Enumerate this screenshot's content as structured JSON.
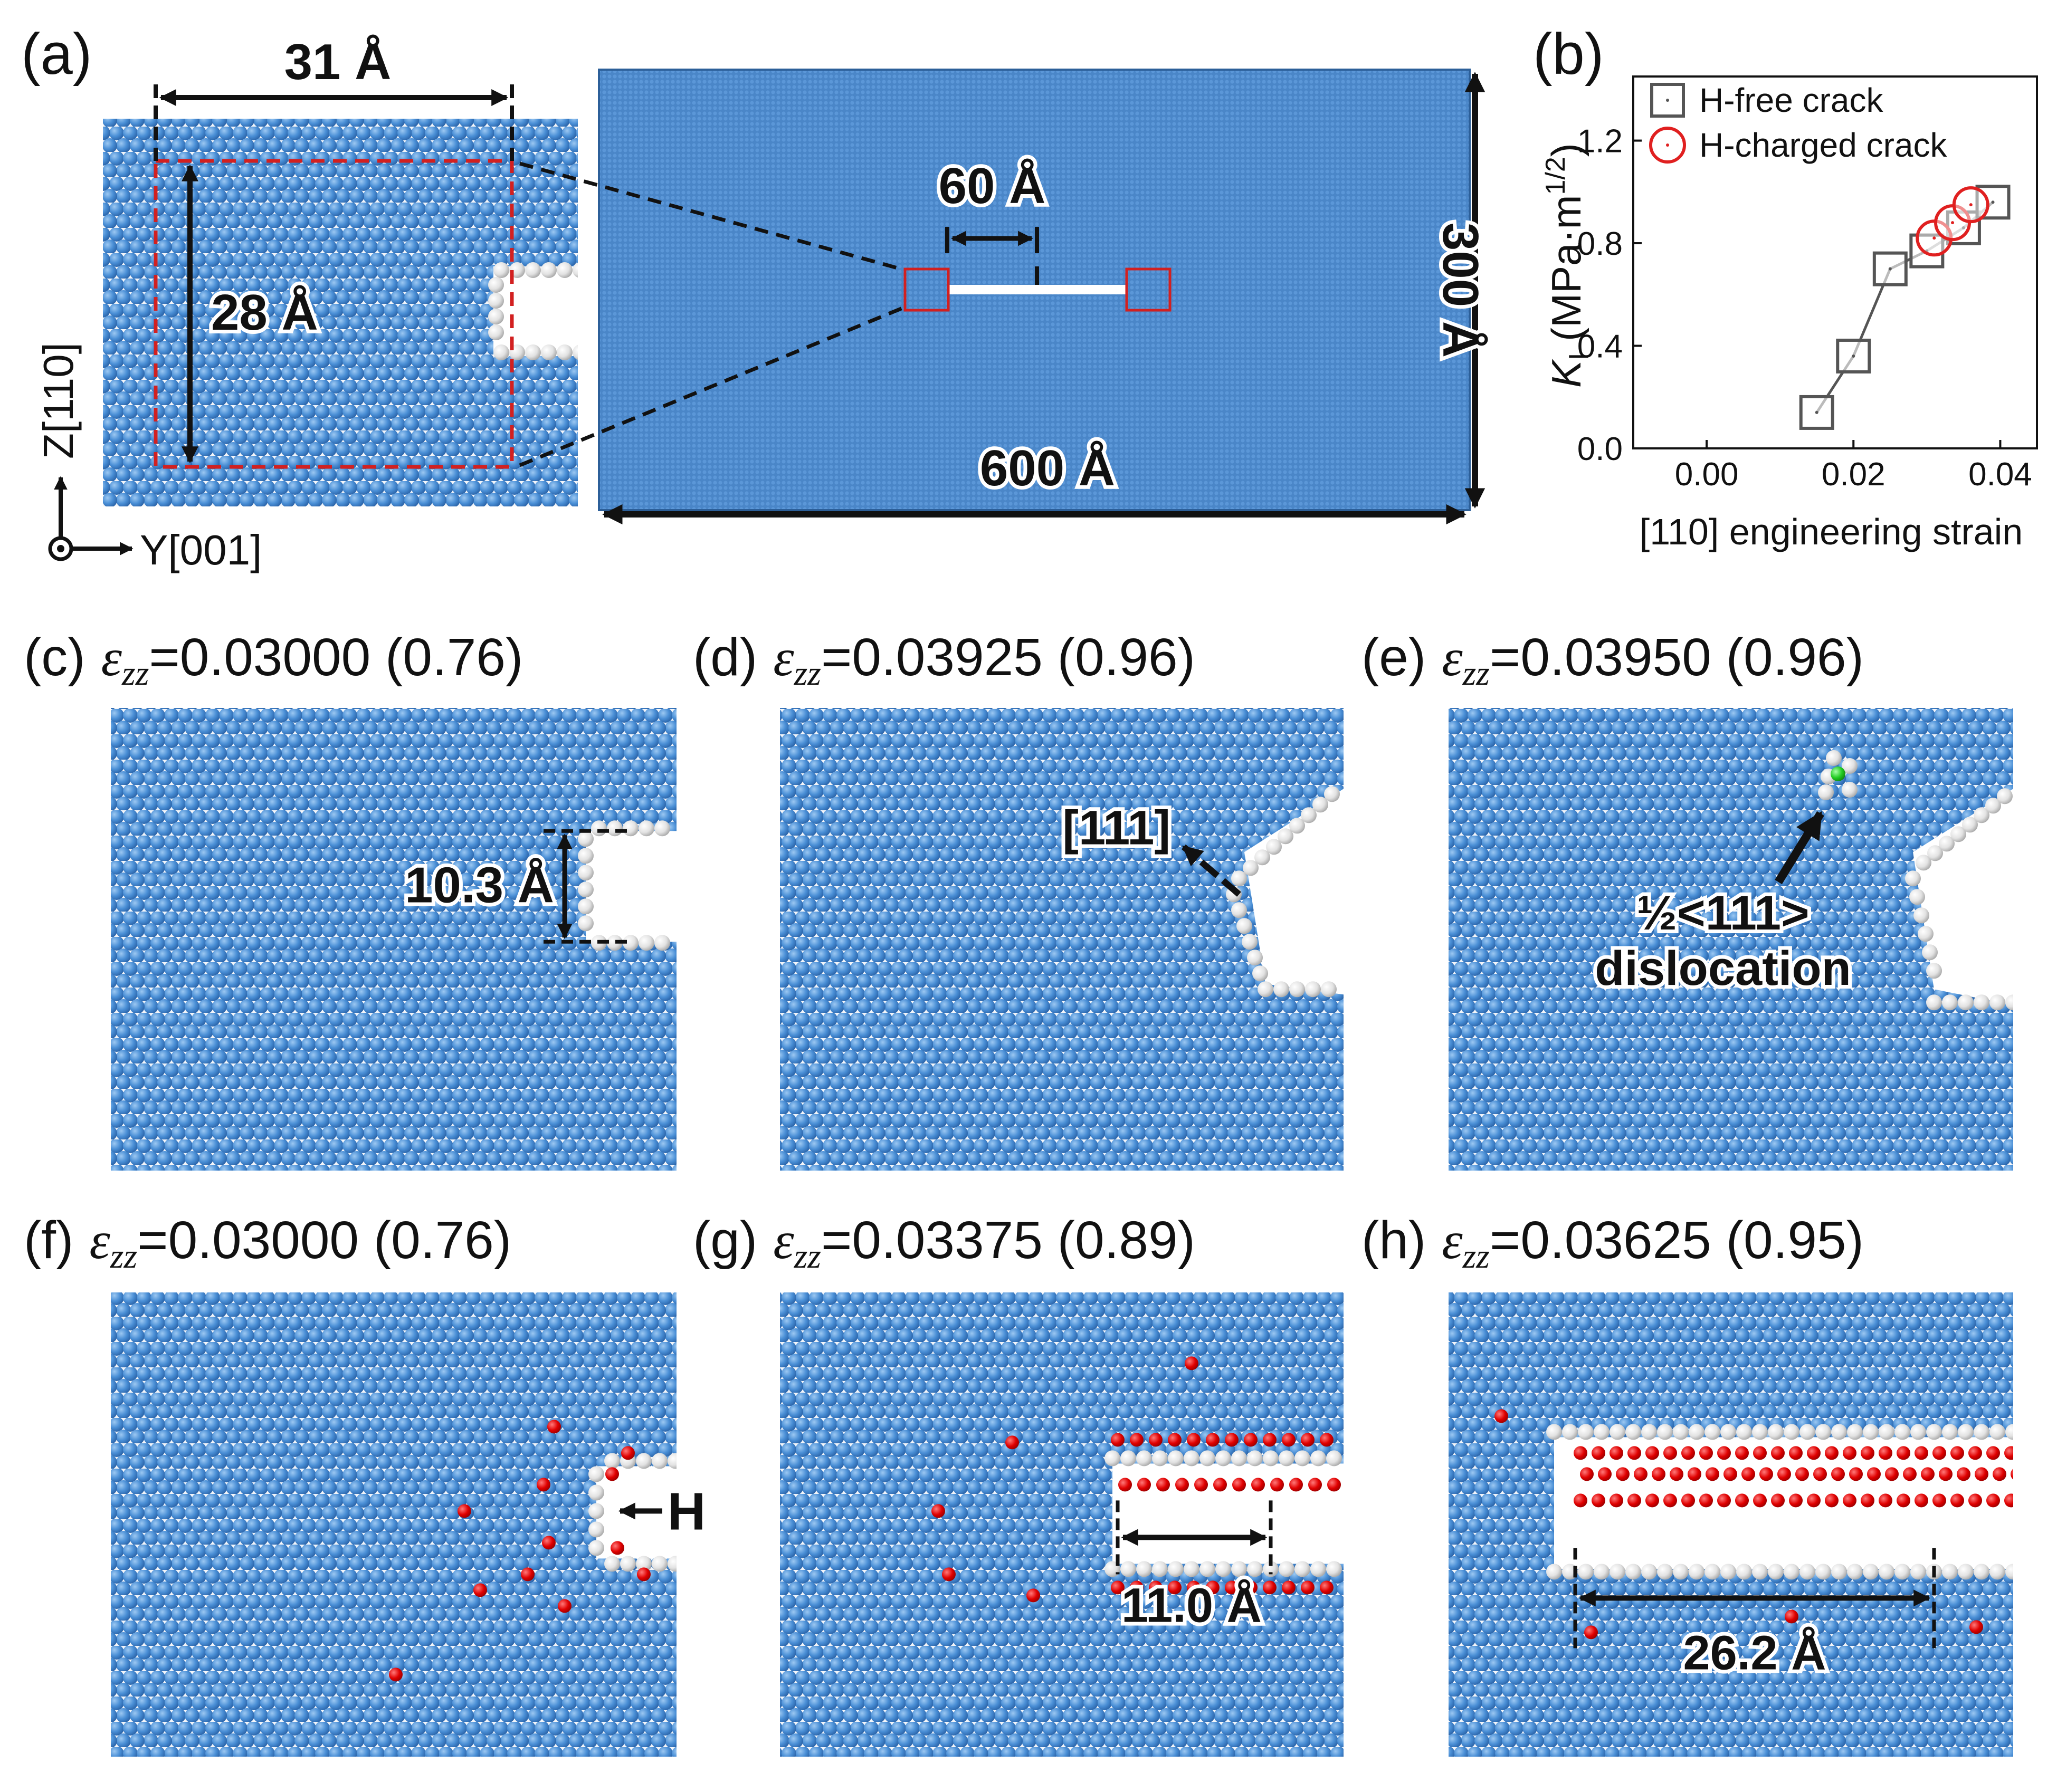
{
  "colors": {
    "fe_atom": "#4a90d9",
    "surface_atom": "#e8e8e8",
    "hydrogen_atom": "#e30000",
    "dislocation_atom": "#22cc22",
    "h_free_series": "#555555",
    "h_charged_series": "#e02020",
    "zoom_box": "#d22020"
  },
  "panel_a": {
    "label": "(a)",
    "dim_31": "31 Å",
    "dim_28": "28 Å",
    "dim_60": "60 Å",
    "dim_300": "300 Å",
    "dim_600": "600 Å",
    "axis_z": "Z[110]",
    "axis_y": "Y[001]"
  },
  "panel_b": {
    "label": "(b)",
    "ylabel_k": "K",
    "ylabel_sub": "I",
    "ylabel_unit": " (MPa·m",
    "ylabel_exp": "1/2",
    "ylabel_close": ")",
    "xlabel": "[110] engineering strain"
  },
  "panels": {
    "c": {
      "label": "(c)",
      "eps": "ε",
      "sub": "zz",
      "value": "=0.03000 (0.76)",
      "annotation": "10.3 Å"
    },
    "d": {
      "label": "(d)",
      "eps": "ε",
      "sub": "zz",
      "value": "=0.03925 (0.96)",
      "annotation": "[111]"
    },
    "e": {
      "label": "(e)",
      "eps": "ε",
      "sub": "zz",
      "value": "=0.03950 (0.96)",
      "annotation_1": "½<111>",
      "annotation_2": "dislocation"
    },
    "f": {
      "label": "(f)",
      "eps": "ε",
      "sub": "zz",
      "value": "=0.03000 (0.76)",
      "annotation": "H"
    },
    "g": {
      "label": "(g)",
      "eps": "ε",
      "sub": "zz",
      "value": "=0.03375 (0.89)",
      "annotation": "11.0 Å"
    },
    "h": {
      "label": "(h)",
      "eps": "ε",
      "sub": "zz",
      "value": "=0.03625 (0.95)",
      "annotation": "26.2 Å"
    }
  },
  "chart_data": {
    "type": "scatter",
    "title": "",
    "xlabel": "[110] engineering strain",
    "ylabel": "KI (MPa·m1/2)",
    "xlim": [
      -0.01,
      0.045
    ],
    "ylim": [
      0.0,
      1.45
    ],
    "xticks": [
      "0.00",
      "0.02",
      "0.04"
    ],
    "yticks": [
      "0.0",
      "0.4",
      "0.8",
      "1.2"
    ],
    "legend_position": "top-right",
    "series": [
      {
        "name": "H-free crack",
        "marker": "square",
        "color": "#555555",
        "x": [
          0.015,
          0.02,
          0.025,
          0.03,
          0.035,
          0.039
        ],
        "y": [
          0.14,
          0.36,
          0.7,
          0.77,
          0.86,
          0.96
        ]
      },
      {
        "name": "H-charged crack",
        "marker": "circle",
        "color": "#e02020",
        "x": [
          0.031,
          0.0335,
          0.036
        ],
        "y": [
          0.82,
          0.88,
          0.95
        ]
      }
    ]
  }
}
